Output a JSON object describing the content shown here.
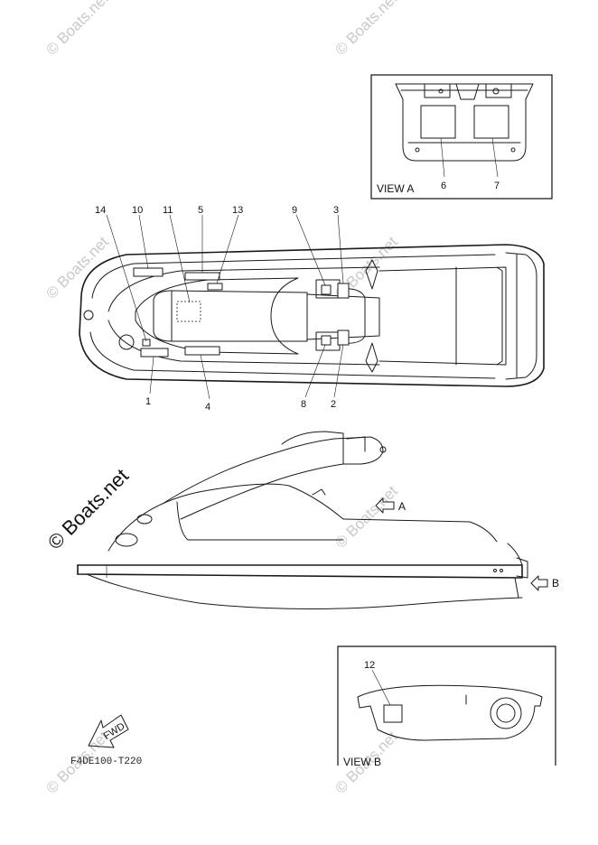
{
  "watermark": {
    "text": "© Boats.net"
  },
  "view_a": {
    "title": "VIEW A",
    "callouts": [
      "6",
      "7"
    ]
  },
  "view_b": {
    "title": "VIEW B",
    "callouts": [
      "12"
    ]
  },
  "top_view": {
    "callouts_top": [
      "14",
      "10",
      "11",
      "5",
      "13",
      "9",
      "3"
    ],
    "callouts_bottom": [
      "1",
      "4",
      "8",
      "2"
    ]
  },
  "side_view": {
    "arrow_a_label": "A",
    "arrow_b_label": "B"
  },
  "fwd_label": "FWD",
  "drawing_code": "F4DE100-T220"
}
